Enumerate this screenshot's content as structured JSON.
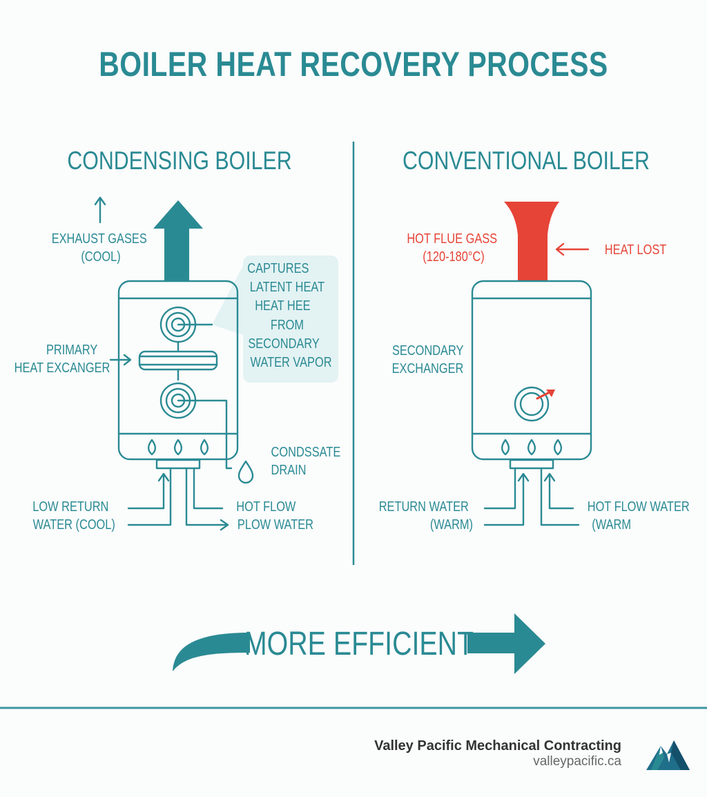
{
  "title": "BOILER HEAT RECOVERY PROCESS",
  "condensing": {
    "heading": "CONDENSING BOILER",
    "exhaust": [
      "EXHAUST GASES",
      "(COOL)"
    ],
    "callout": [
      "CAPTURES",
      "LATENT HEAT",
      "HEAT HEE",
      "FROM",
      "SECONDARY",
      "WATER VAPOR"
    ],
    "primary": [
      "PRIMARY",
      "HEAT EXCANGER"
    ],
    "drain": [
      "CONDSSATE",
      "DRAIN"
    ],
    "return": [
      "LOW RETURN",
      "WATER (COOL)"
    ],
    "flow": [
      "HOT FLOW",
      "PLOW WATER"
    ]
  },
  "conventional": {
    "heading": "CONVENTIONAL BOILER",
    "flue": [
      "HOT FLUE GASS",
      "(120-180°C)"
    ],
    "heat_lost": "HEAT LOST",
    "secondary": [
      "SECONDARY",
      "EXCHANGER"
    ],
    "return": [
      "RETURN WATER",
      "(WARM)"
    ],
    "flow": [
      "HOT FLOW WATER",
      "(WARM"
    ]
  },
  "efficiency": "MORE EFFICIENT",
  "brand": {
    "name": "Valley Pacific Mechanical Contracting",
    "url": "valleypacific.ca"
  },
  "colors": {
    "teal": "#2a8a93",
    "red": "#e64437",
    "callout_bg": "#e3f2f3"
  }
}
